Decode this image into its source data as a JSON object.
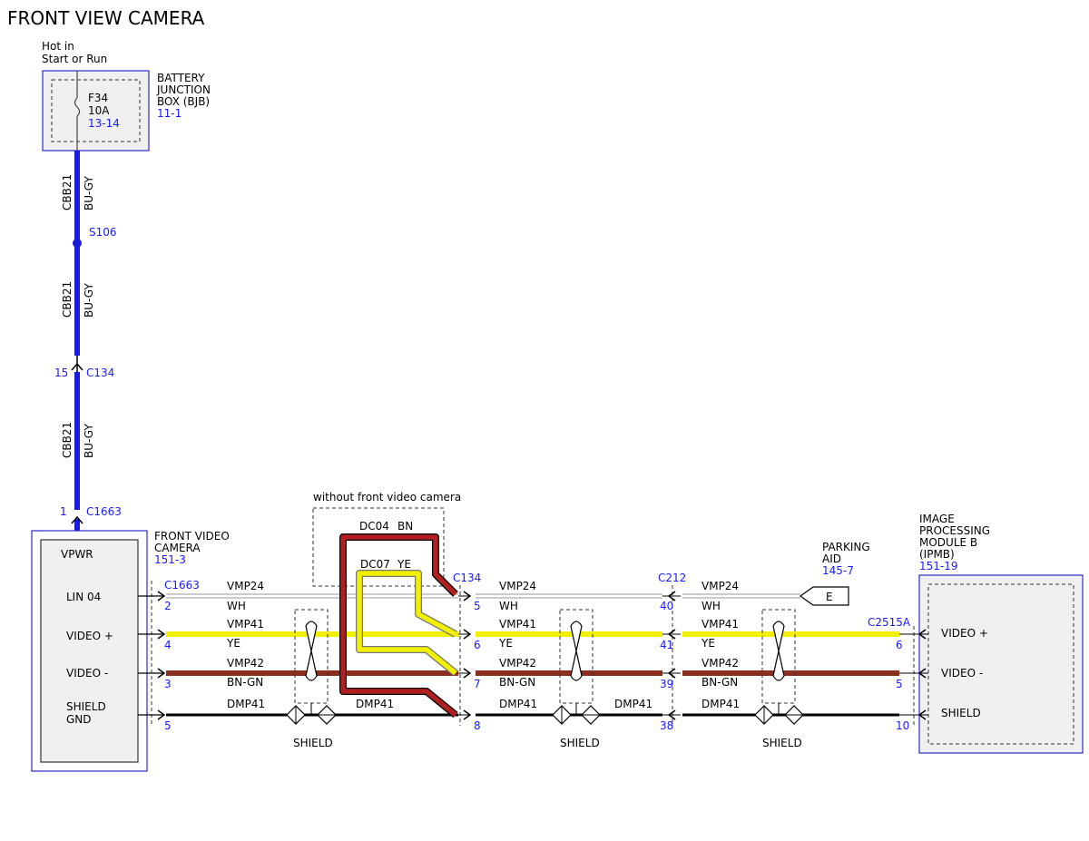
{
  "title": "FRONT VIEW CAMERA",
  "colors": {
    "blue_wire": "#1a1adc",
    "yellow_wire": "#f0f000",
    "brown_wire": "#8b2e1e",
    "red_wire": "#b02020",
    "black_wire": "#000000",
    "white_wire": "#999999",
    "module_border": "#2b2bd0",
    "ref_text": "#1a1aff"
  },
  "power": {
    "hot_line1": "Hot in",
    "hot_line2": "Start or Run",
    "fuse_name": "F34",
    "fuse_rating": "10A",
    "fuse_pins": "13-14",
    "bjb_line1": "BATTERY",
    "bjb_line2": "JUNCTION",
    "bjb_line3": "BOX (BJB)",
    "bjb_ref": "11-1",
    "circuit": "CBB21",
    "color": "BU-GY",
    "splice": "S106",
    "c134_pin": "15",
    "c134": "C134",
    "c1663_pin": "1",
    "c1663": "C1663"
  },
  "camera": {
    "name_line1": "FRONT VIDEO",
    "name_line2": "CAMERA",
    "ref": "151-3",
    "vpwr": "VPWR",
    "lin": "LIN 04",
    "video_plus": "VIDEO +",
    "video_minus": "VIDEO -",
    "shield_line1": "SHIELD",
    "shield_line2": "GND",
    "connector": "C1663",
    "pins": [
      "2",
      "4",
      "3",
      "5"
    ]
  },
  "circuits": {
    "vmp24": "VMP24",
    "wh": "WH",
    "vmp41": "VMP41",
    "ye": "YE",
    "vmp42": "VMP42",
    "bngn": "BN-GN",
    "dmp41": "DMP41"
  },
  "alt": {
    "label": "without front video camera",
    "dc04": "DC04",
    "bn": "BN",
    "dc07": "DC07",
    "ye": "YE"
  },
  "c134": {
    "name": "C134",
    "pins": [
      "5",
      "6",
      "7",
      "8"
    ]
  },
  "c212": {
    "name": "C212",
    "pins": [
      "40",
      "41",
      "39",
      "38"
    ]
  },
  "parking": {
    "line1": "PARKING",
    "line2": "AID",
    "ref": "145-7",
    "connector_letter": "E"
  },
  "ipmb": {
    "line1": "IMAGE",
    "line2": "PROCESSING",
    "line3": "MODULE B",
    "line4": "(IPMB)",
    "ref": "151-19",
    "connector": "C2515A",
    "video_plus": "VIDEO +",
    "video_minus": "VIDEO -",
    "shield": "SHIELD",
    "pins": [
      "6",
      "5",
      "10"
    ]
  },
  "shield_label": "SHIELD"
}
